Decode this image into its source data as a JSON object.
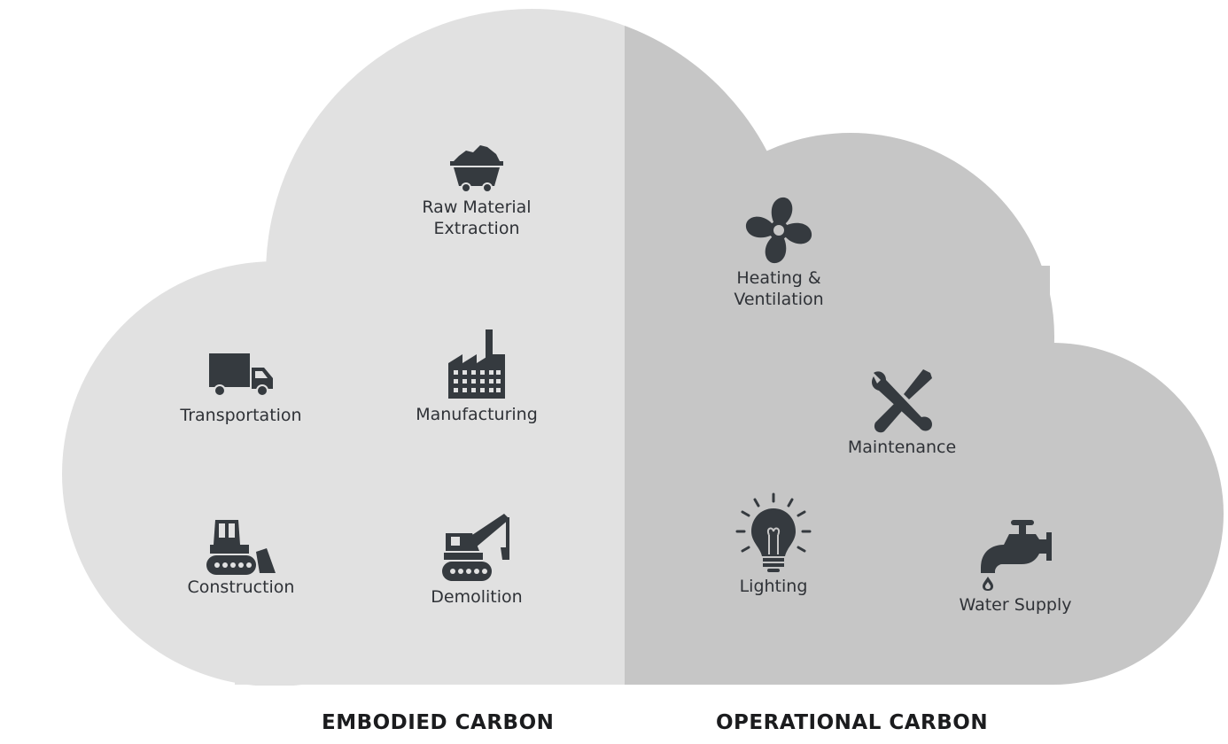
{
  "colors": {
    "embodied_fill": "#e1e1e1",
    "operational_fill": "#c6c6c6",
    "icon": "#353a3f",
    "text": "#2f3237"
  },
  "sections": {
    "embodied": {
      "caption": "EMBODIED CARBON",
      "items": [
        {
          "label": "Raw Material\nExtraction",
          "icon": "mine-cart-icon"
        },
        {
          "label": "Transportation",
          "icon": "truck-icon"
        },
        {
          "label": "Manufacturing",
          "icon": "factory-icon"
        },
        {
          "label": "Construction",
          "icon": "bulldozer-icon"
        },
        {
          "label": "Demolition",
          "icon": "excavator-icon"
        }
      ]
    },
    "operational": {
      "caption": "OPERATIONAL CARBON",
      "items": [
        {
          "label": "Heating &\nVentilation",
          "icon": "fan-icon"
        },
        {
          "label": "Maintenance",
          "icon": "wrench-screwdriver-icon"
        },
        {
          "label": "Lighting",
          "icon": "lightbulb-icon"
        },
        {
          "label": "Water Supply",
          "icon": "faucet-icon"
        }
      ]
    }
  }
}
